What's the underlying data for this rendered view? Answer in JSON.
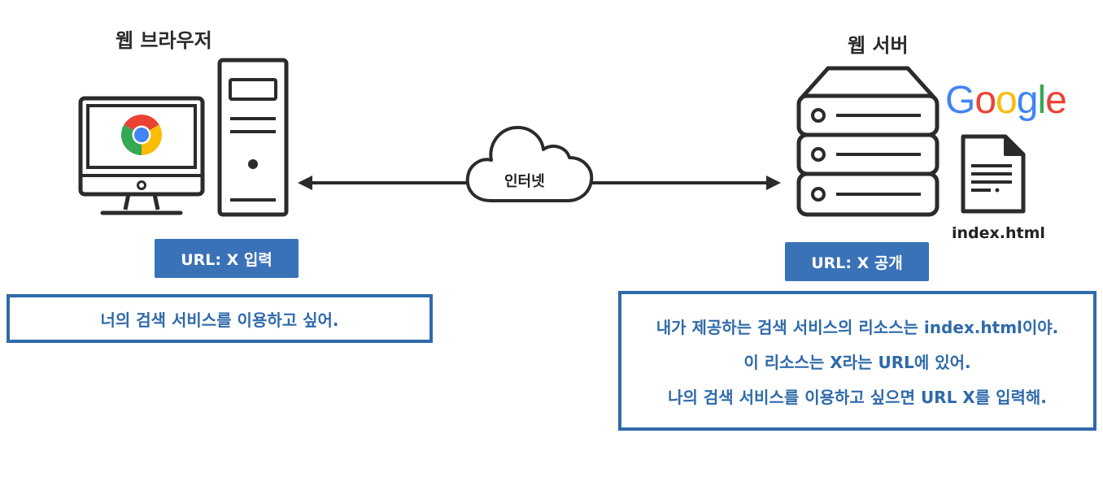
{
  "browser": {
    "title": "웹 브라우저",
    "badge": "URL: X 입력",
    "message": "너의 검색 서비스를 이용하고 싶어."
  },
  "network": {
    "label": "인터넷"
  },
  "server": {
    "title": "웹 서버",
    "logo": "Google",
    "file_name": "index.html",
    "badge": "URL: X 공개",
    "message_lines": [
      "내가 제공하는 검색 서비스의 리소스는 index.html이야.",
      "이 리소스는 X라는 URL에 있어.",
      "나의 검색 서비스를 이용하고 싶으면 URL X를 입력해."
    ]
  },
  "colors": {
    "accent": "#3a72b8",
    "border": "#2f6aaa",
    "icon": "#2b2b2b",
    "google_blue": "#4285F4",
    "google_red": "#EA4335",
    "google_yellow": "#FBBC05",
    "google_green": "#34A853"
  }
}
